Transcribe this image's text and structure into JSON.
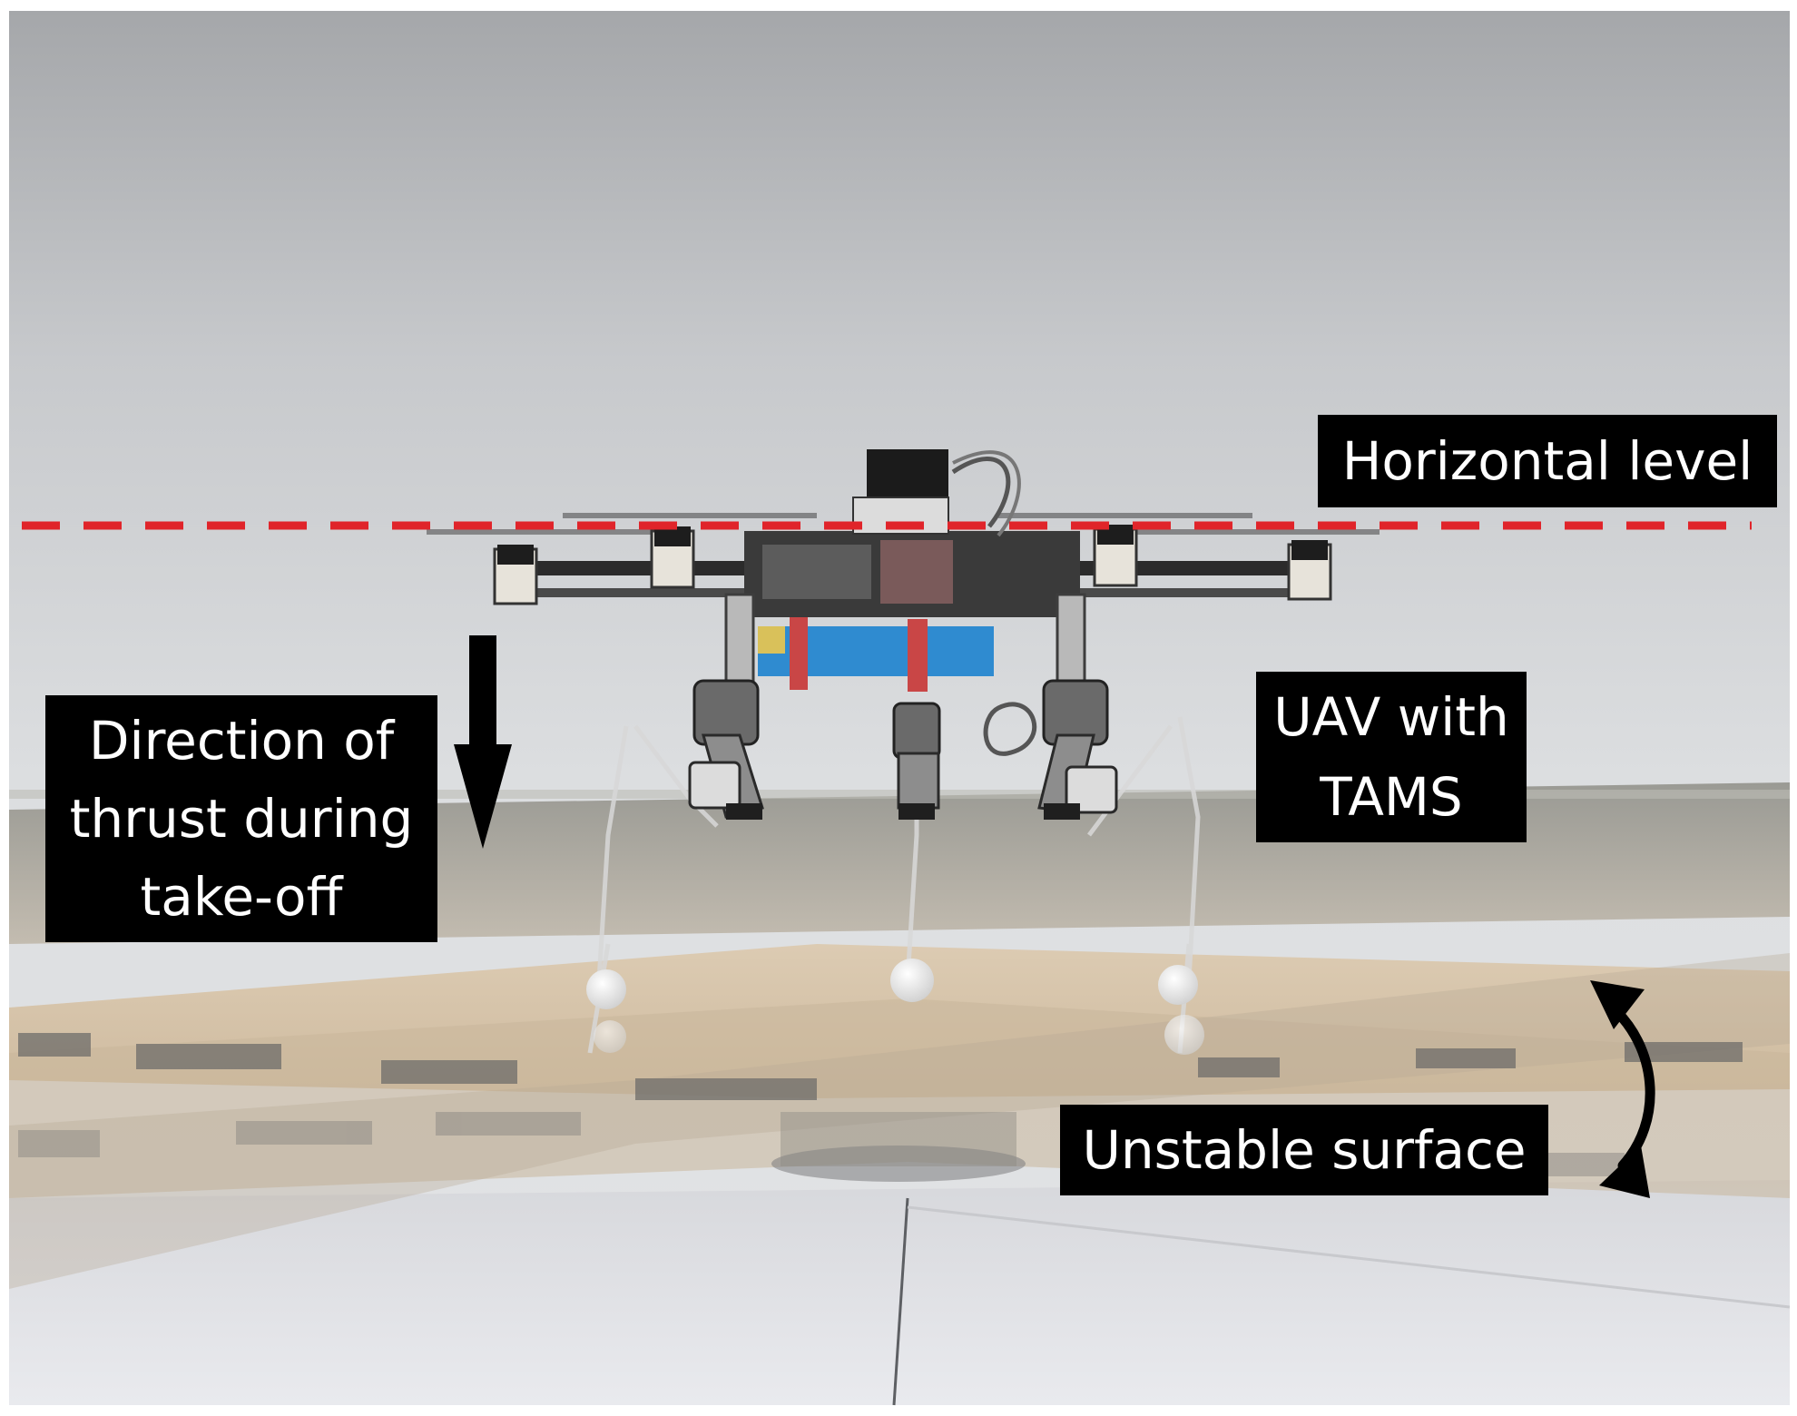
{
  "photo": {
    "subject": "uav-with-tams-drone",
    "colors": {
      "reference_line": "#e0242a",
      "label_background": "#000000",
      "label_text": "#ffffff",
      "arrow": "#000000"
    }
  },
  "labels": {
    "horizontal_level": "Horizontal level",
    "thrust_line1": "Direction of",
    "thrust_line2": "thrust during",
    "thrust_line3": "take-off",
    "uav_line1": "UAV with",
    "uav_line2": "TAMS",
    "unstable_surface": "Unstable surface"
  },
  "icons": {
    "thrust_arrow": "arrow-down-icon",
    "tilt_arrow": "curved-double-arrow-icon"
  }
}
